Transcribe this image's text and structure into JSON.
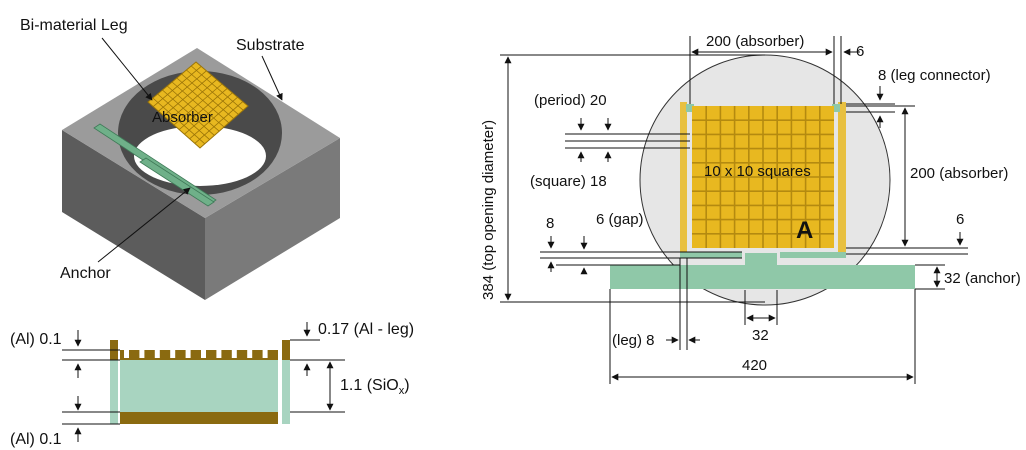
{
  "isometric": {
    "labels": {
      "bi_material_leg": "Bi-material Leg",
      "substrate": "Substrate",
      "absorber": "Absorber",
      "anchor": "Anchor"
    }
  },
  "cross_section": {
    "al_top": "(Al) 0.1",
    "al_bottom": "(Al) 0.1",
    "al_leg": "0.17 (Al - leg)",
    "sio_value": "1.1 (SiO",
    "sio_sub": "x",
    "sio_close": ")"
  },
  "top_view": {
    "absorber_width": "200 (absorber)",
    "gap_top": "6",
    "leg_connector": "8 (leg connector)",
    "period": "(period) 20",
    "square": "(square) 18",
    "grid_label": "10 x 10 squares",
    "absorber_height": "200 (absorber)",
    "opening_diameter": "384 (top opening diameter)",
    "leg_width_left": "8",
    "gap": "6 (gap)",
    "gap_right": "6",
    "anchor": "32 (anchor)",
    "anchor_width": "32",
    "leg": "(leg) 8",
    "total_width": "420",
    "region_label": "A"
  },
  "colors": {
    "substrate_top": "#9a9a9a",
    "substrate_left": "#5c5c5c",
    "substrate_right": "#7a7a7a",
    "absorber_gold": "#e8b820",
    "grid_line": "#b48a10",
    "leg_green": "#8fc8a8",
    "anchor_green": "#8fc8a8",
    "sio_fill": "#a8d4c0",
    "al_brown": "#8a6a10",
    "circle_fill": "#dcdcdc"
  }
}
